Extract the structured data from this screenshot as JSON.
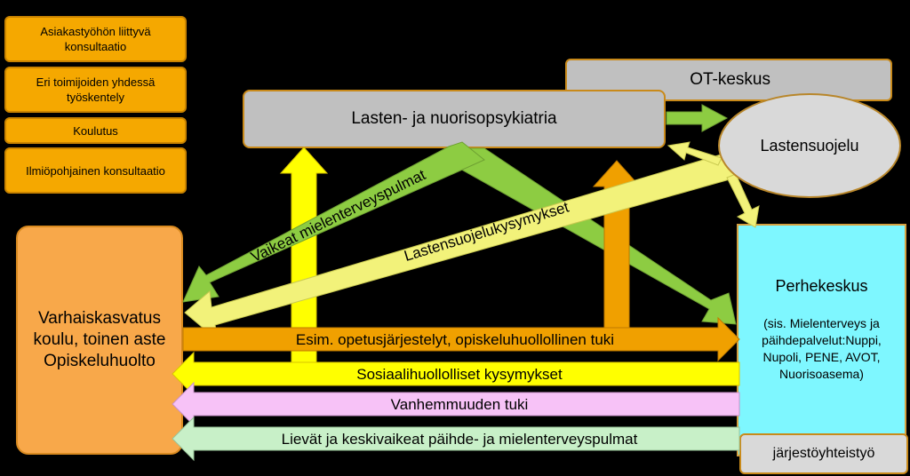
{
  "legend": [
    "Asiakastyöhön liittyvä konsultaatio",
    "Eri toimijoiden yhdessä työskentely",
    "Koulutus",
    "Ilmiöpohjainen konsultaatio"
  ],
  "nodes": {
    "ot_keskus": "OT-keskus",
    "psykiatria": "Lasten- ja nuorisopsykiatria",
    "lastensuojelu": "Lastensuojelu",
    "varhaiskasvatus": "Varhaiskasvatus koulu, toinen aste Opiskeluhuolto",
    "perhekeskus_title": "Perhekeskus",
    "perhekeskus_detail": "(sis. Mielenterveys ja päihdepalvelut:Nuppi, Nupoli, PENE, AVOT, Nuorisoasema)",
    "jarjestoyhteistyo": "järjestöyhteistyö"
  },
  "arrows": {
    "vaikeat": "Vaikeat mielenterveyspulmat",
    "lastensuojelukysymykset": "Lastensuojelukysymykset",
    "opetus": "Esim. opetusjärjestelyt, opiskeluhuollollinen tuki",
    "sosiaalihuolto": "Sosiaalihuollolliset kysymykset",
    "vanhemmuus": "Vanhemmuuden tuki",
    "paihde": "Lievät ja keskivaikeat päihde- ja mielenterveyspulmat"
  },
  "colors": {
    "legend_orange": "#f5a800",
    "psykiatria_gray": "#c0c0c0",
    "lastensuojelu_gray": "#d9d9d9",
    "perhekeskus_cyan": "#7ef7ff",
    "varhaiskasvatus_orange": "#f8a84a",
    "arrow_green": "#8dcc42",
    "arrow_yellow": "#ffff00",
    "arrow_light_yellow": "#f2f27a",
    "arrow_orange": "#f0a000",
    "arrow_pink": "#f7c2f7",
    "arrow_light_green": "#c8f0c8"
  }
}
